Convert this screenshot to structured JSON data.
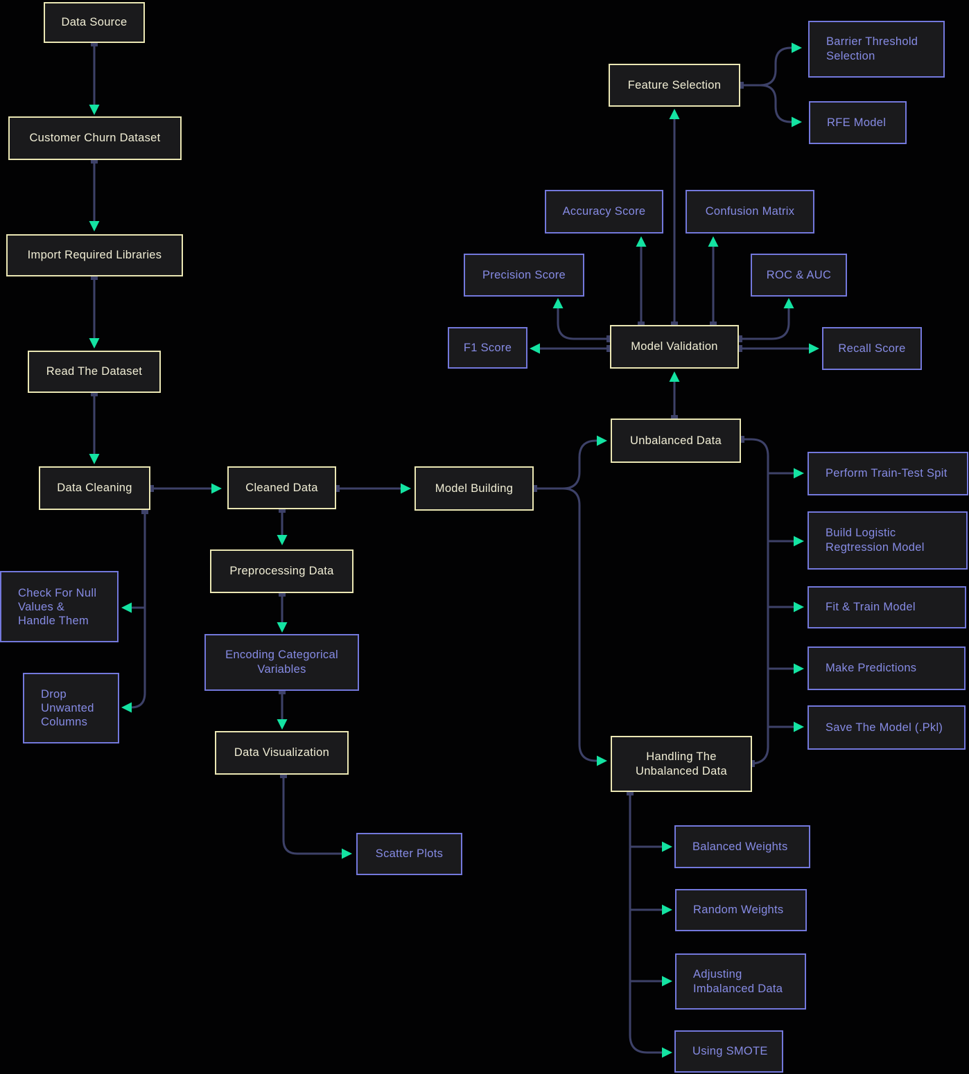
{
  "diagram_title": "Customer Churn ML Pipeline Flowchart",
  "colors": {
    "background": "#020203",
    "node_fill": "#1a1a1c",
    "primary_border": "#ebe7b4",
    "primary_text": "#f1eed5",
    "secondary_border": "#7378dc",
    "secondary_text": "#868be4",
    "edge_line": "#3d4168",
    "arrowhead": "#14e3a2"
  },
  "nodes": {
    "data_source": {
      "label": "Data Source"
    },
    "customer_churn": {
      "label": "Customer Churn Dataset"
    },
    "import_libraries": {
      "label": "Import Required Libraries"
    },
    "read_dataset": {
      "label": "Read The Dataset"
    },
    "data_cleaning": {
      "label": "Data Cleaning"
    },
    "cleaned_data": {
      "label": "Cleaned Data"
    },
    "model_building": {
      "label": "Model Building"
    },
    "preprocessing": {
      "label": "Preprocessing Data"
    },
    "encoding": {
      "label": "Encoding Categorical\nVariables"
    },
    "data_visualization": {
      "label": "Data Visualization"
    },
    "scatter_plots": {
      "label": "Scatter Plots"
    },
    "check_null": {
      "label": "Check For Null\nValues &\nHandle Them"
    },
    "drop_unwanted": {
      "label": "Drop\nUnwanted\nColumns"
    },
    "feature_selection": {
      "label": "Feature Selection"
    },
    "barrier_threshold": {
      "label": "Barrier Threshold\nSelection"
    },
    "rfe_model": {
      "label": "RFE Model"
    },
    "accuracy_score": {
      "label": "Accuracy Score"
    },
    "confusion_matrix": {
      "label": "Confusion Matrix"
    },
    "precision_score": {
      "label": "Precision Score"
    },
    "roc_auc": {
      "label": "ROC & AUC"
    },
    "f1_score": {
      "label": "F1 Score"
    },
    "model_validation": {
      "label": "Model Validation"
    },
    "recall_score": {
      "label": "Recall Score"
    },
    "unbalanced_data": {
      "label": "Unbalanced Data"
    },
    "perform_split": {
      "label": "Perform Train-Test Spit"
    },
    "build_logistic": {
      "label": "Build Logistic\nRegtression Model"
    },
    "fit_train": {
      "label": "Fit & Train Model"
    },
    "make_predictions": {
      "label": "Make Predictions"
    },
    "save_model": {
      "label": "Save The Model (.Pkl)"
    },
    "handling_unbalanced": {
      "label": "Handling The\nUnbalanced Data"
    },
    "balanced_weights": {
      "label": "Balanced Weights"
    },
    "random_weights": {
      "label": "Random Weights"
    },
    "adjusting_imbalanced": {
      "label": "Adjusting\nImbalanced Data"
    },
    "using_smote": {
      "label": "Using SMOTE"
    }
  }
}
